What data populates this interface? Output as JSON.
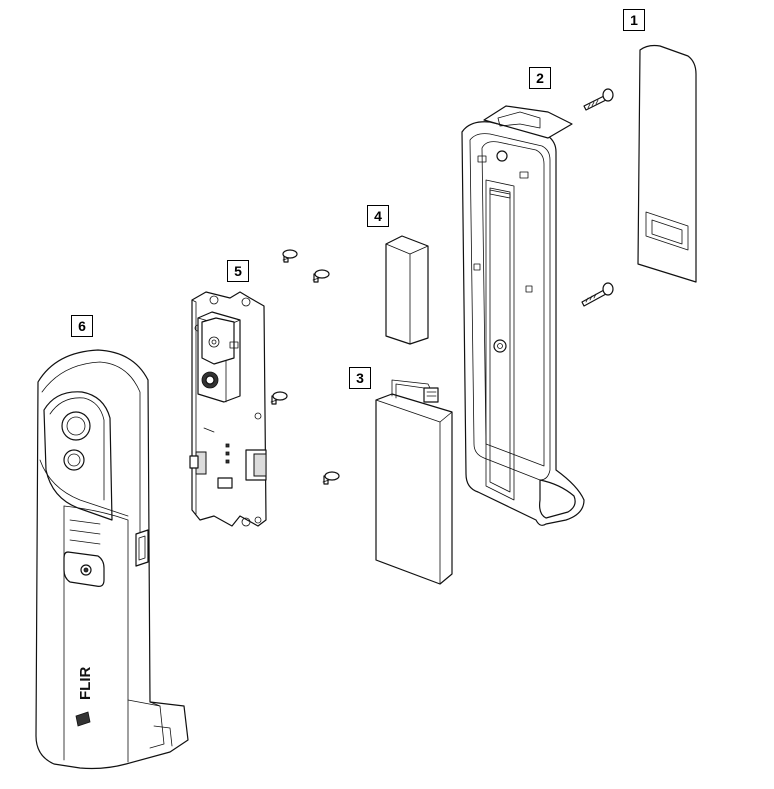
{
  "callouts": [
    {
      "id": "1",
      "label": "1"
    },
    {
      "id": "2",
      "label": "2"
    },
    {
      "id": "3",
      "label": "3"
    },
    {
      "id": "4",
      "label": "4"
    },
    {
      "id": "5",
      "label": "5"
    },
    {
      "id": "6",
      "label": "6"
    }
  ],
  "parts": {
    "p1": "label-cover-plate",
    "p2": "rear-housing",
    "p3": "battery-pack",
    "p4": "foam-pad",
    "p5": "main-circuit-board",
    "p6": "front-housing"
  },
  "logo_text": "FLIR",
  "colors": {
    "line": "#111111",
    "fill": "#ffffff",
    "shade": "#dcdcdc"
  }
}
